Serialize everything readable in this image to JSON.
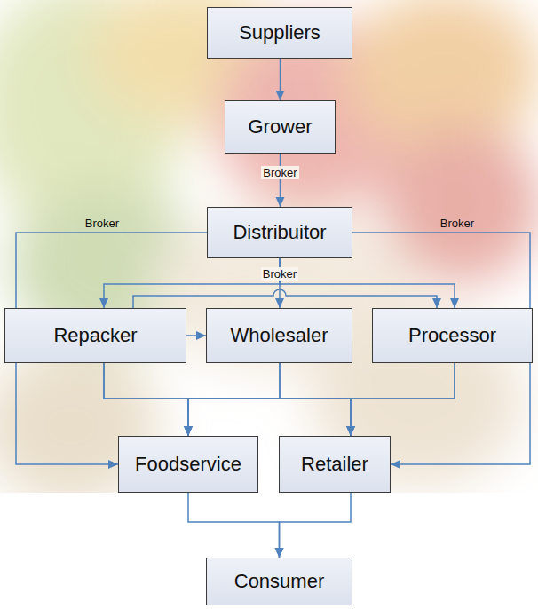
{
  "diagram": {
    "nodes": [
      {
        "text": [
          "Suppliers"
        ]
      },
      {
        "text": [
          "Grower"
        ]
      },
      {
        "text": [
          "Distribuitor"
        ]
      },
      {
        "text": [
          "Repacker"
        ]
      },
      {
        "text": [
          "Wholesaler"
        ]
      },
      {
        "text": [
          "Processor"
        ]
      },
      {
        "text": [
          "Foodservice"
        ]
      },
      {
        "text": [
          "Retailer"
        ]
      },
      {
        "text": [
          "Consumer"
        ]
      }
    ],
    "edges": [
      {
        "from": 0,
        "to": 1,
        "arrow": "to"
      },
      {
        "from": 1,
        "to": 2,
        "arrow": "to",
        "label": "Broker"
      },
      {
        "from": 2,
        "to": 6,
        "arrow": "to",
        "label": "Broker"
      },
      {
        "from": 2,
        "to": 7,
        "arrow": "to",
        "label": "Broker"
      },
      {
        "from": 2,
        "to": 4,
        "arrow": "to",
        "label": "Broker"
      },
      {
        "from": 2,
        "to": 3,
        "arrow": "to"
      },
      {
        "from": 2,
        "to": 5,
        "arrow": "to"
      },
      {
        "from": 3,
        "to": 5,
        "arrow": "to"
      },
      {
        "from": 3,
        "to": 4,
        "arrow": "to"
      },
      {
        "from": 3,
        "to": 6,
        "arrow": "to"
      },
      {
        "from": 3,
        "to": 7,
        "arrow": "to"
      },
      {
        "from": 4,
        "to": 6,
        "arrow": "to"
      },
      {
        "from": 4,
        "to": 7,
        "arrow": "to"
      },
      {
        "from": 5,
        "to": 6,
        "arrow": "to"
      },
      {
        "from": 5,
        "to": 7,
        "arrow": "to"
      },
      {
        "from": 6,
        "to": 8,
        "arrow": "to"
      },
      {
        "from": 7,
        "to": 8,
        "arrow": "to"
      }
    ]
  }
}
